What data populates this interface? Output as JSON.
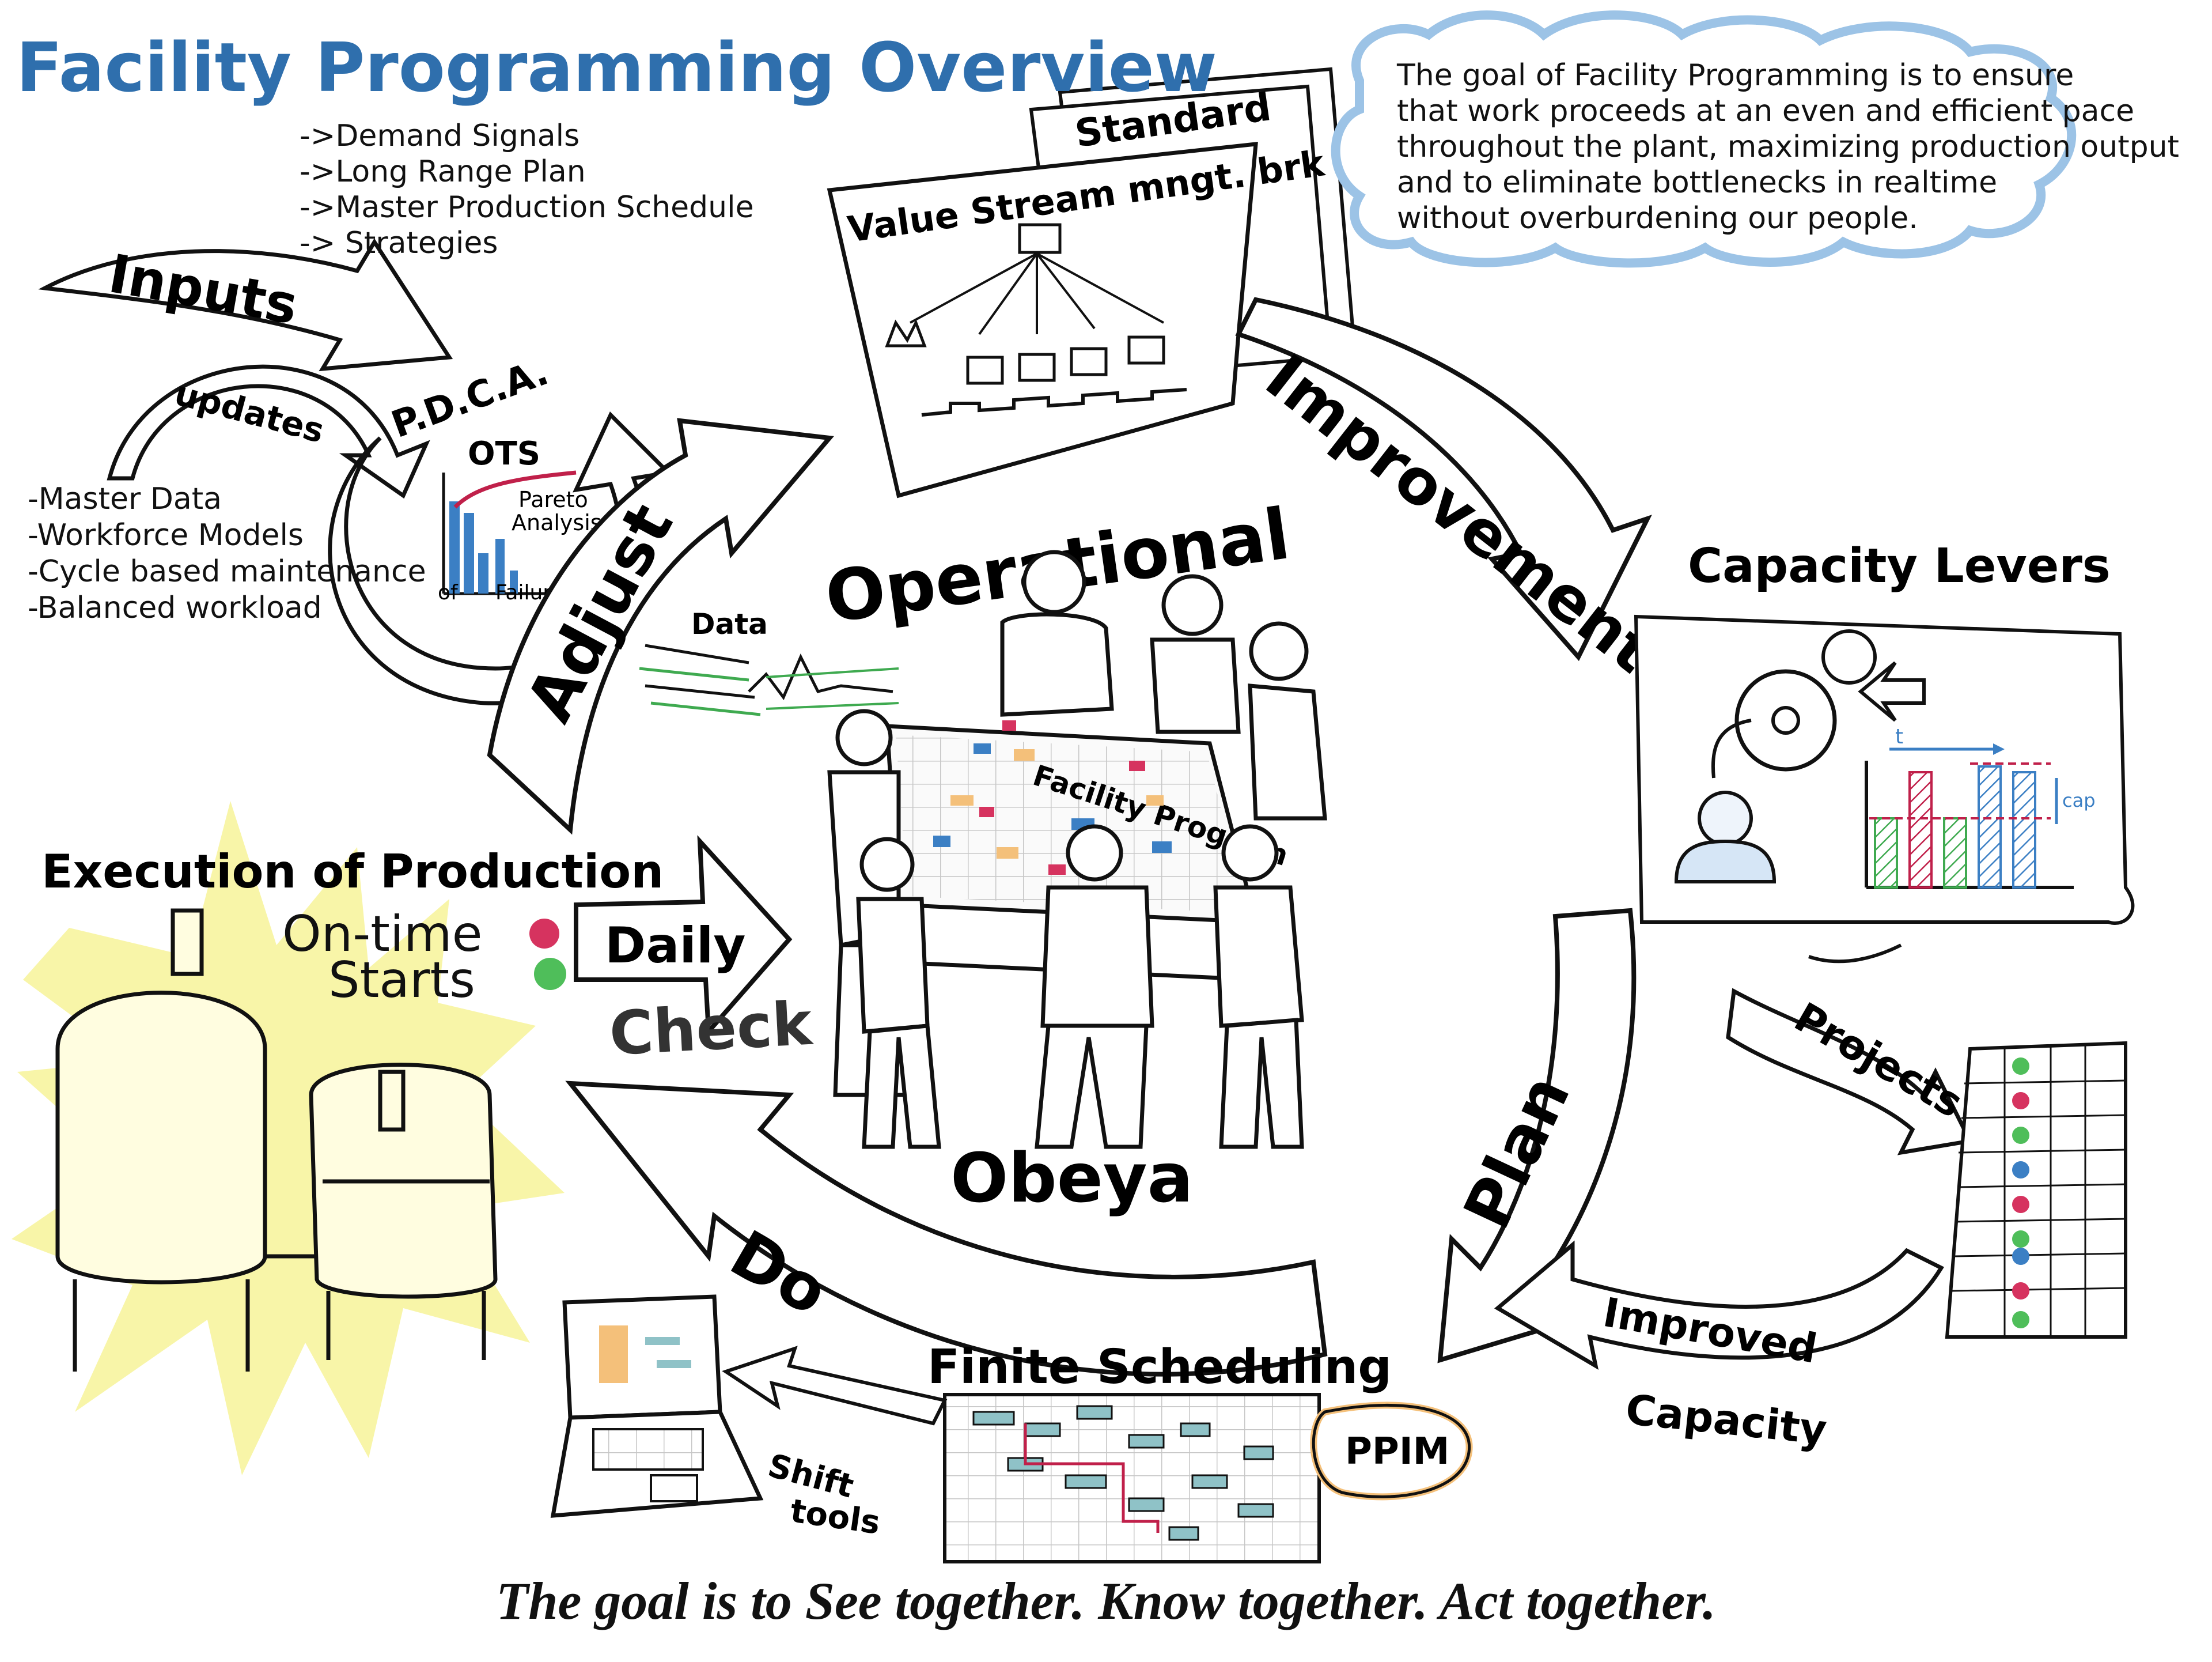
{
  "title": "Facility Programming Overview",
  "inputs": {
    "label": "Inputs",
    "items": [
      "->Demand Signals",
      "->Long Range Plan",
      "->Master Production Schedule",
      "-> Strategies"
    ]
  },
  "pdca": {
    "label": "P.D.C.A.",
    "updates_label": "updates",
    "updates_items": [
      "-Master Data",
      "-Workforce Models",
      "-Cycle based maintenance",
      "-Balanced workload"
    ],
    "chart_title": "OTS",
    "pareto_line1": "Pareto",
    "pareto_line2": "Analysis",
    "axis_of": "of",
    "axis_failures": "Failures"
  },
  "vsm": {
    "standard_label": "Standard",
    "board_label": "Value Stream mngt. brk"
  },
  "goal_text": [
    "The goal of Facility Programming is to ensure",
    "that work proceeds at an even and efficient pace",
    "throughout the plant, maximizing production output",
    "and to eliminate bottlenecks in realtime",
    "without overburdening our people."
  ],
  "cycle": {
    "improvements": "Improvements",
    "adjust": "Adjust",
    "plan": "Plan",
    "do": "Do",
    "daily": "Daily",
    "check": "Check"
  },
  "center": {
    "top_label": "Operational",
    "bottom_label": "Obeya",
    "table_label": "Facility Program",
    "data_label": "Data"
  },
  "capacity": {
    "heading": "Capacity Levers",
    "t_label": "t",
    "cap_label": "cap"
  },
  "projects_label": "Projects",
  "improved_capacity": [
    "Improved",
    "Capacity"
  ],
  "finite": {
    "heading": "Finite Scheduling",
    "ppim": "PPIM"
  },
  "shift_tools": [
    "Shift",
    "tools"
  ],
  "execution": {
    "heading": "Execution of Production",
    "line1": "On-time",
    "line2": "Starts"
  },
  "footer": "The goal is to See together. Know together. Act together.",
  "colors": {
    "title_blue": "#2f6fad",
    "cloud_blue": "#9cc3e6",
    "red_dot": "#d6335f",
    "green_dot": "#4fbe5a",
    "glow_yellow": "#f5ef7a",
    "chart_blue": "#3b7fc4",
    "chart_red": "#c0204a",
    "chart_green": "#3faa50",
    "ppim_orange": "#f4c07a"
  }
}
